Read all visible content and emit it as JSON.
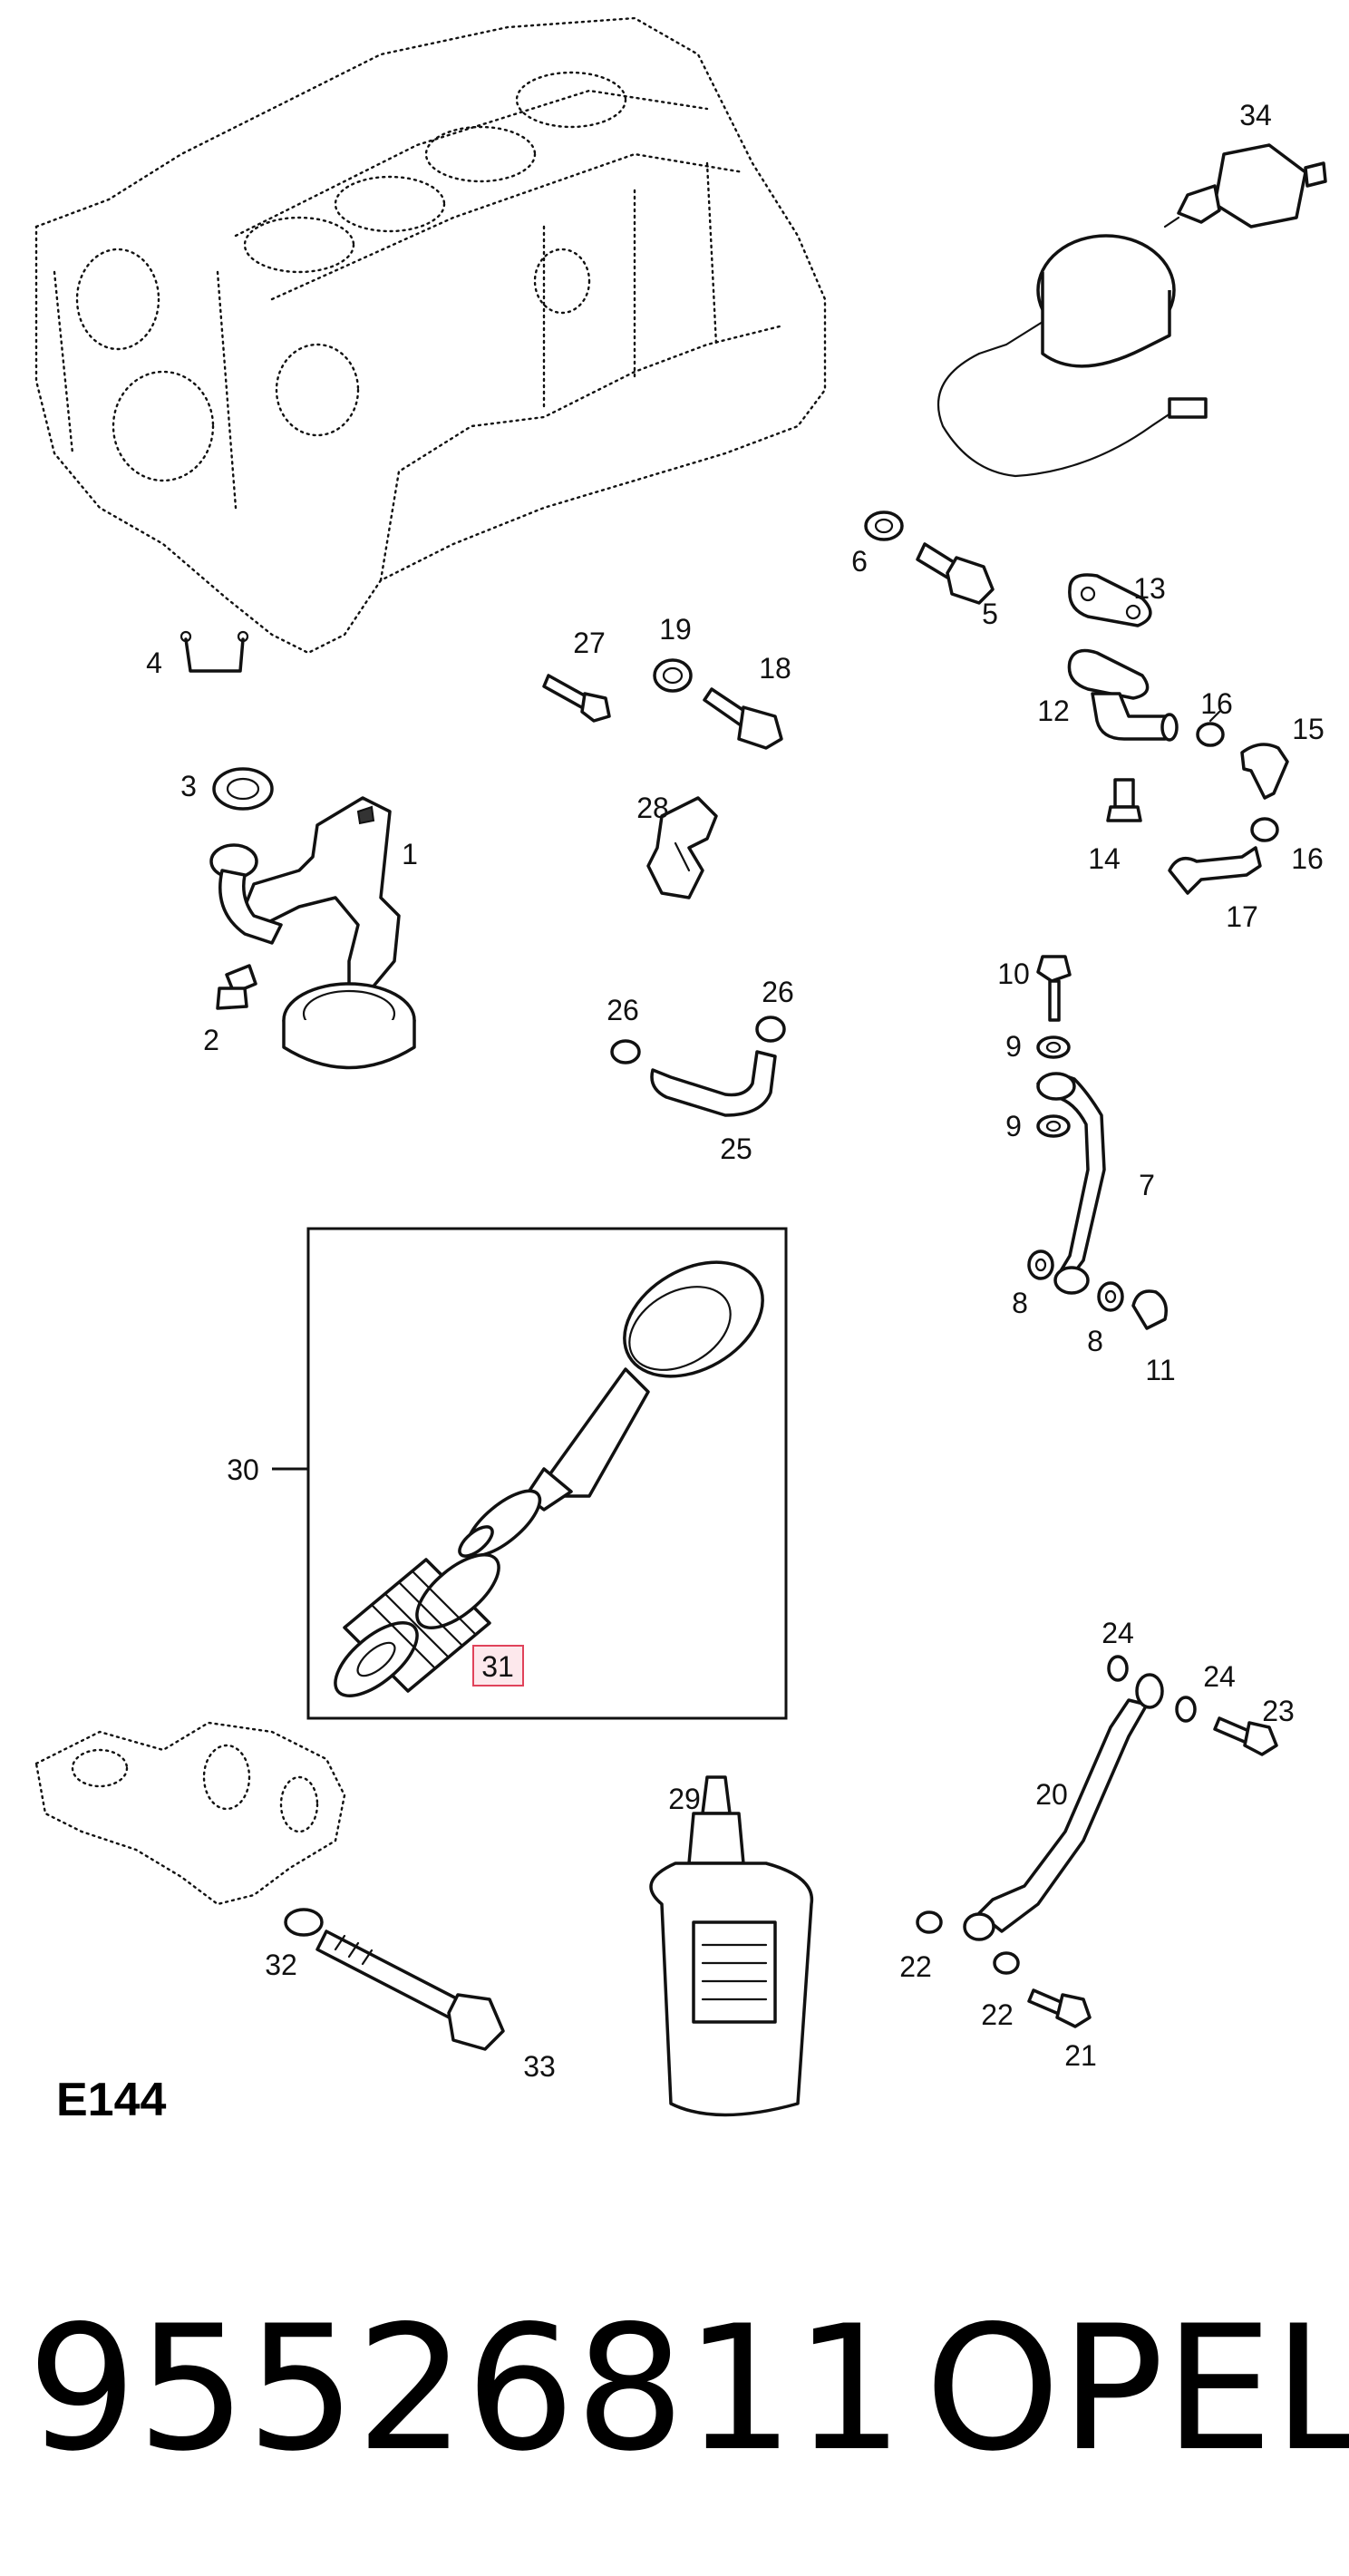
{
  "diagram": {
    "code": "E144",
    "highlighted_part": "31",
    "colors": {
      "highlight_border": "#e0435a",
      "highlight_fill": "#fde8ec",
      "line": "#111111"
    },
    "callouts": {
      "c1": "1",
      "c2": "2",
      "c3": "3",
      "c4": "4",
      "c5": "5",
      "c6": "6",
      "c7": "7",
      "c8a": "8",
      "c8b": "8",
      "c9a": "9",
      "c9b": "9",
      "c10": "10",
      "c11": "11",
      "c12": "12",
      "c13": "13",
      "c14": "14",
      "c15": "15",
      "c16a": "16",
      "c16b": "16",
      "c17": "17",
      "c18": "18",
      "c19": "19",
      "c20": "20",
      "c21": "21",
      "c22a": "22",
      "c22b": "22",
      "c23": "23",
      "c24a": "24",
      "c24b": "24",
      "c25": "25",
      "c26a": "26",
      "c26b": "26",
      "c27": "27",
      "c28": "28",
      "c29": "29",
      "c30": "30",
      "c31": "31",
      "c32": "32",
      "c33": "33",
      "c34": "34"
    }
  },
  "footer": {
    "part_number": "95526811",
    "brand": "OPEL"
  }
}
